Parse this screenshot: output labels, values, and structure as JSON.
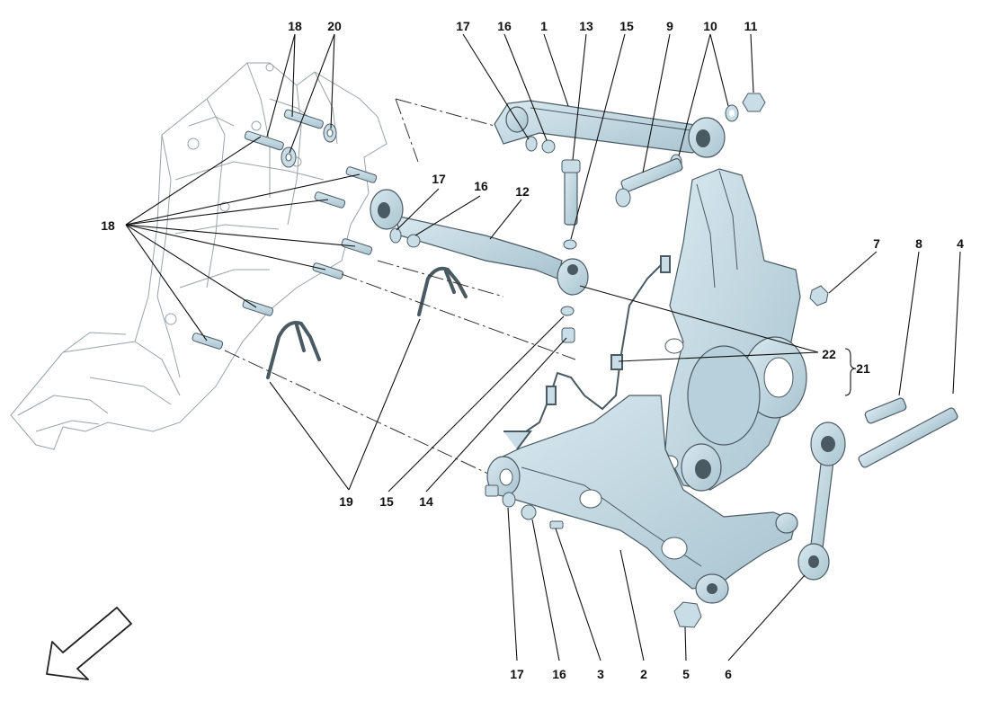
{
  "colors": {
    "part_fill": "#c9dde6",
    "part_shadow": "#a9c4d0",
    "line": "#111111",
    "phantom": "#9aa3a8"
  },
  "callouts": [
    {
      "id": "c1",
      "text": "1"
    },
    {
      "id": "c2",
      "text": "2"
    },
    {
      "id": "c3",
      "text": "3"
    },
    {
      "id": "c4",
      "text": "4"
    },
    {
      "id": "c5",
      "text": "5"
    },
    {
      "id": "c6",
      "text": "6"
    },
    {
      "id": "c7",
      "text": "7"
    },
    {
      "id": "c8",
      "text": "8"
    },
    {
      "id": "c9",
      "text": "9"
    },
    {
      "id": "c10",
      "text": "10"
    },
    {
      "id": "c11",
      "text": "11"
    },
    {
      "id": "c12",
      "text": "12"
    },
    {
      "id": "c13",
      "text": "13"
    },
    {
      "id": "c14",
      "text": "14"
    },
    {
      "id": "c15a",
      "text": "15"
    },
    {
      "id": "c15b",
      "text": "15"
    },
    {
      "id": "c16a",
      "text": "16"
    },
    {
      "id": "c16b",
      "text": "16"
    },
    {
      "id": "c16c",
      "text": "16"
    },
    {
      "id": "c17a",
      "text": "17"
    },
    {
      "id": "c17b",
      "text": "17"
    },
    {
      "id": "c17c",
      "text": "17"
    },
    {
      "id": "c18a",
      "text": "18"
    },
    {
      "id": "c18b",
      "text": "18"
    },
    {
      "id": "c19",
      "text": "19"
    },
    {
      "id": "c20",
      "text": "20"
    },
    {
      "id": "c21",
      "text": "21"
    },
    {
      "id": "c22",
      "text": "22"
    }
  ],
  "direction_arrow_icon": "arrow-down-left-icon"
}
